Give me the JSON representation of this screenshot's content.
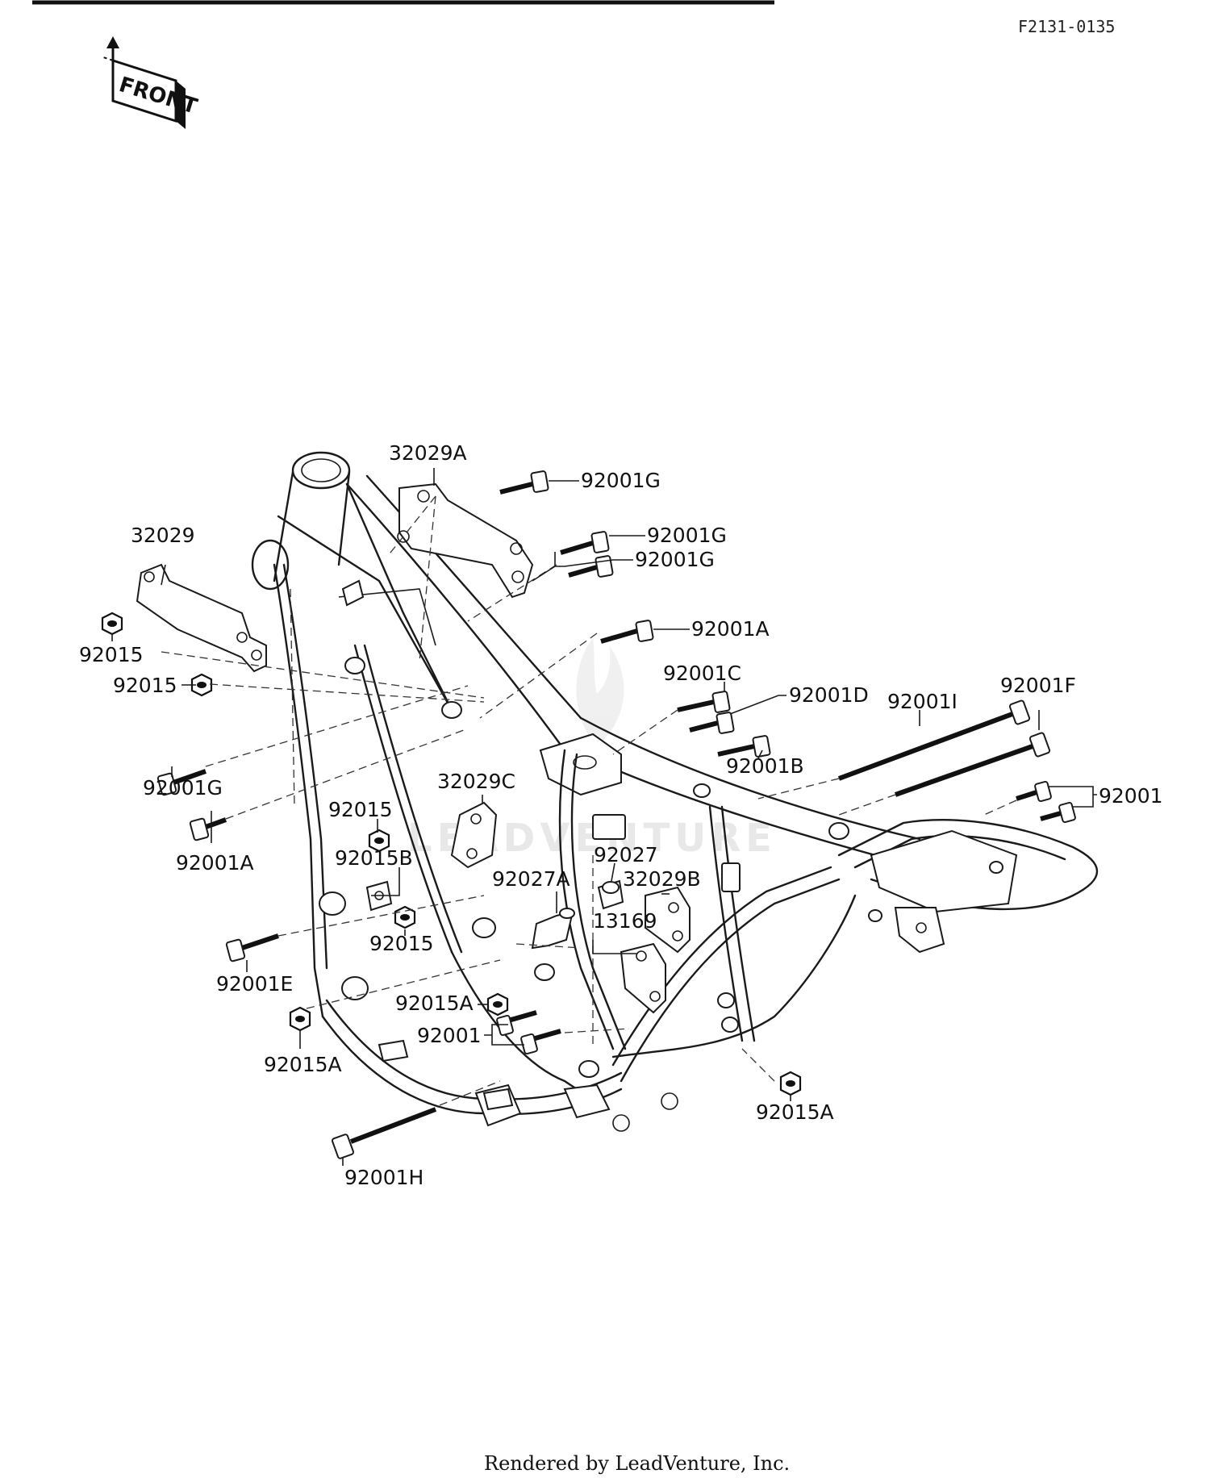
{
  "header": {
    "diagram_code": "F2131-0135",
    "front_label": "FRONT"
  },
  "watermark": "LEADVENTURE",
  "footer": {
    "credit": "Rendered by LeadVenture, Inc."
  },
  "callouts": {
    "c01": "32029A",
    "c02": "92001G",
    "c03": "92001G",
    "c04": "92001G",
    "c05": "32029",
    "c06": "92015",
    "c07": "92015",
    "c08": "92001A",
    "c09": "92001C",
    "c10": "92001D",
    "c11": "92001I",
    "c12": "92001F",
    "c13": "92001B",
    "c14": "92001G",
    "c15": "32029C",
    "c16": "92015",
    "c17": "92001",
    "c18": "92001A",
    "c19": "92015B",
    "c20": "92027",
    "c21": "92027A",
    "c22": "32029B",
    "c23": "13169",
    "c24": "92015",
    "c25": "92001E",
    "c26": "92015A",
    "c27": "92015A",
    "c28": "92001",
    "c29": "92015A",
    "c30": "92001H"
  }
}
